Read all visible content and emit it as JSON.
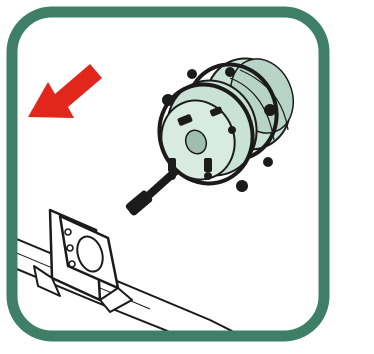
{
  "illustration": {
    "frame_color": "#3f7f67",
    "arrow_color": "#e2261c",
    "chamber_fill": "#c9e2d6",
    "chamber_shadow": "#9fbeb0",
    "line_color": "#1b1b1b",
    "arrow_direction": "down-left",
    "icons": [
      "rounded-frame",
      "red-arrow-icon",
      "brake-chamber",
      "mounting-bracket",
      "frame-rail"
    ]
  }
}
